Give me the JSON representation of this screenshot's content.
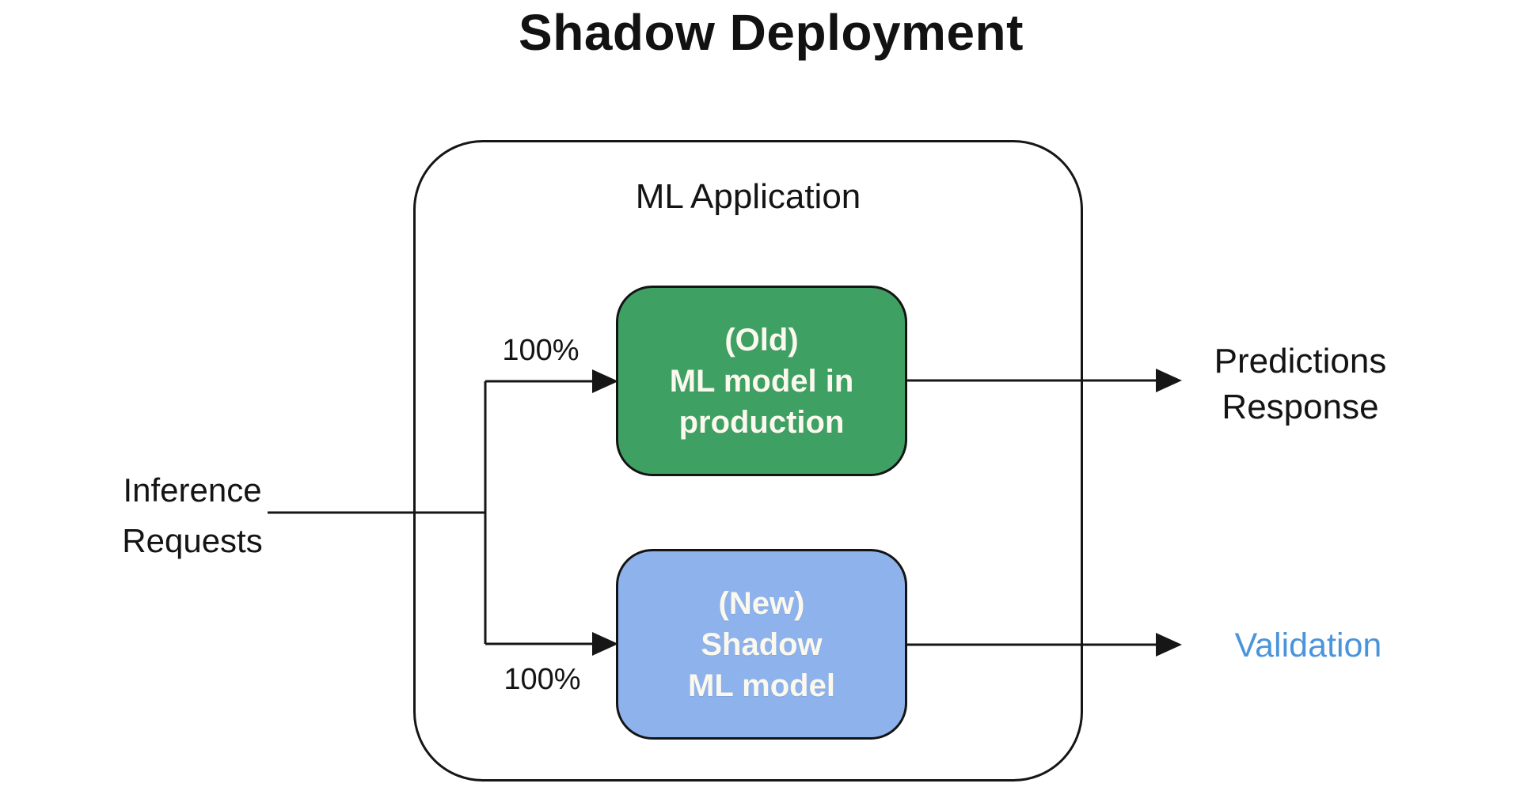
{
  "title": "Shadow Deployment",
  "container": {
    "label": "ML Application"
  },
  "nodes": {
    "old_model": {
      "lines": [
        "(Old)",
        "ML model in",
        "production"
      ],
      "fill": "#3fa064"
    },
    "new_model": {
      "lines": [
        "(New)",
        "Shadow",
        "ML model"
      ],
      "fill": "#8eb2ec"
    }
  },
  "inputs": {
    "inference_requests": {
      "lines": [
        "Inference",
        "Requests"
      ]
    }
  },
  "outputs": {
    "predictions_response": {
      "lines": [
        "Predictions",
        "Response"
      ]
    },
    "validation": {
      "label": "Validation",
      "color": "#4a94db"
    }
  },
  "edges": {
    "to_old_model": {
      "label": "100%"
    },
    "to_new_model": {
      "label": "100%"
    }
  },
  "colors": {
    "line": "#161616",
    "node_text": "#fbf9ee",
    "background": "#ffffff"
  }
}
